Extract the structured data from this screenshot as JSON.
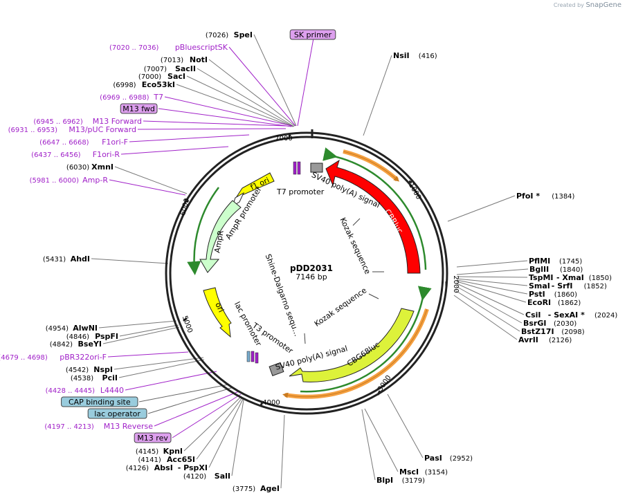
{
  "credit": {
    "prefix": "Created by",
    "brand": "SnapGene"
  },
  "plasmid": {
    "name": "pDD2031",
    "length": "7146 bp"
  },
  "ticks": [
    "1000",
    "2000",
    "3000",
    "4000",
    "5000",
    "6000",
    "7000"
  ],
  "left_labels": [
    {
      "pos": "(7026)",
      "name": "SpeI",
      "kind": "site"
    },
    {
      "name": "SK primer",
      "kind": "primer-box-top"
    },
    {
      "pos": "(7020 .. 7036)",
      "name": "pBluescriptSK",
      "kind": "primer"
    },
    {
      "pos": "(7013)",
      "name": "NotI",
      "kind": "site"
    },
    {
      "pos": "(7007)",
      "name": "SacII",
      "kind": "site"
    },
    {
      "pos": "(7000)",
      "name": "SacI",
      "kind": "site"
    },
    {
      "pos": "(6998)",
      "name": "Eco53kI",
      "kind": "site"
    },
    {
      "pos": "(6969 .. 6988)",
      "name": "T7",
      "kind": "primer"
    },
    {
      "name": "M13 fwd",
      "kind": "primer-box"
    },
    {
      "pos": "(6945 .. 6962)",
      "name": "M13 Forward",
      "kind": "primer"
    },
    {
      "pos": "(6931 .. 6953)",
      "name": "M13/pUC Forward",
      "kind": "primer"
    },
    {
      "pos": "(6647 .. 6668)",
      "name": "F1ori-F",
      "kind": "primer"
    },
    {
      "pos": "(6437 .. 6456)",
      "name": "F1ori-R",
      "kind": "primer"
    },
    {
      "pos": "(6030)",
      "name": "XmnI",
      "kind": "site"
    },
    {
      "pos": "(5981 .. 6000)",
      "name": "Amp-R",
      "kind": "primer"
    },
    {
      "pos": "(5431)",
      "name": "AhdI",
      "kind": "site"
    },
    {
      "pos": "(4954)",
      "name": "AlwNI",
      "kind": "site"
    },
    {
      "pos": "(4846)",
      "name": "PspFI",
      "kind": "site"
    },
    {
      "pos": "(4842)",
      "name": "BseYI",
      "kind": "site"
    },
    {
      "pos": "(4679 .. 4698)",
      "name": "pBR322ori-F",
      "kind": "primer"
    },
    {
      "pos": "(4542)",
      "name": "NspI",
      "kind": "site"
    },
    {
      "pos": "(4538)",
      "name": "PciI",
      "kind": "site"
    },
    {
      "pos": "(4428 .. 4445)",
      "name": "L4440",
      "kind": "primer"
    },
    {
      "name": "CAP binding site",
      "kind": "feature-box"
    },
    {
      "name": "lac operator",
      "kind": "feature-box"
    },
    {
      "pos": "(4197 .. 4213)",
      "name": "M13 Reverse",
      "kind": "primer"
    },
    {
      "name": "M13 rev",
      "kind": "primer-box"
    },
    {
      "pos": "(4145)",
      "name": "KpnI",
      "kind": "site"
    },
    {
      "pos": "(4141)",
      "name": "Acc65I",
      "kind": "site"
    },
    {
      "pos": "(4126)",
      "name": "AbsI",
      "name2": "- PspXI",
      "kind": "site"
    },
    {
      "pos": "(4120)",
      "name": "SalI",
      "kind": "site"
    },
    {
      "pos": "(3775)",
      "name": "AgeI",
      "kind": "site"
    }
  ],
  "right_labels": [
    {
      "name": "NsiI",
      "pos": "(416)"
    },
    {
      "name": "PfoI *",
      "pos": "(1384)"
    },
    {
      "name": "PflMI",
      "pos": "(1745)"
    },
    {
      "name": "BglII",
      "pos": "(1840)"
    },
    {
      "name": "TspMI",
      "name2": "- XmaI",
      "pos": "(1850)"
    },
    {
      "name": "SmaI",
      "name2": "- SrfI",
      "pos": "(1852)"
    },
    {
      "name": "PstI",
      "pos": "(1860)"
    },
    {
      "name": "EcoRI",
      "pos": "(1862)"
    },
    {
      "name": "CsiI",
      "name2": "- SexAI *",
      "pos": "(2024)"
    },
    {
      "name": "BsrGI",
      "pos": "(2030)"
    },
    {
      "name": "BstZ17I",
      "pos": "(2098)"
    },
    {
      "name": "AvrII",
      "pos": "(2126)"
    },
    {
      "name": "PasI",
      "pos": "(2952)"
    },
    {
      "name": "MscI",
      "pos": "(3154)"
    },
    {
      "name": "BlpI",
      "pos": "(3179)"
    }
  ],
  "features": {
    "cbrluc": "CBRluc",
    "cbg68luc": "CBG68luc",
    "f1ori": "f1 ori",
    "ori": "ori",
    "ampr": "AmpR",
    "ampr_promoter": "AmpR promoter",
    "t7_promoter": "T7 promoter",
    "t3_promoter": "T3 promoter",
    "lac_promoter": "lac promoter",
    "sv40_top": "SV40 poly(A) signal",
    "sv40_bottom": "SV40 poly(A) signal",
    "kozak_top": "Kozak sequence",
    "kozak_bottom": "Kozak sequence",
    "shine": "Shine-Dalgarno sequ…"
  },
  "colors": {
    "cbrluc": "#ff0000",
    "cbg68luc": "#ddf23a",
    "yellow": "#ffff00",
    "ampr": "#ccffcc",
    "primer": "#a020c8",
    "primer_box": "#dda0ee",
    "feature_box": "#99ccdd",
    "orange": "#f5a040",
    "green": "#2d8a2d"
  }
}
